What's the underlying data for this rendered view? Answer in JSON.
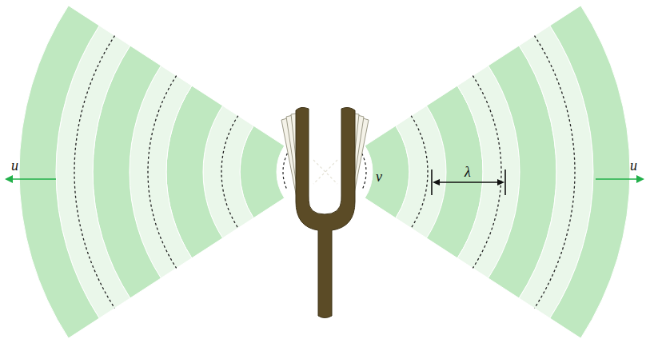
{
  "diagram": {
    "labels": [
      "u",
      "ν",
      "λ",
      "u"
    ]
  }
}
